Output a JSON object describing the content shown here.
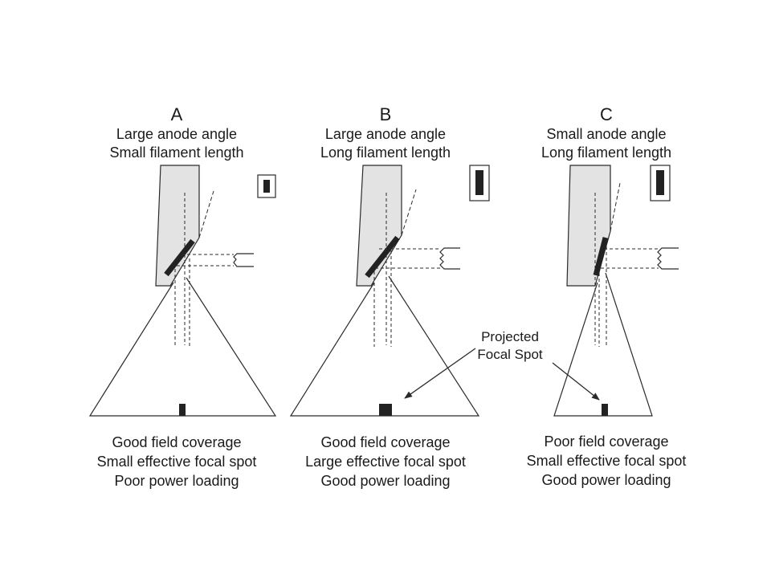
{
  "panels": [
    {
      "letter": "A",
      "subtitle_1": "Large anode angle",
      "subtitle_2": "Small filament length",
      "bottom_1": "Good field coverage",
      "bottom_2": "Small effective focal spot",
      "bottom_3": "Poor power loading"
    },
    {
      "letter": "B",
      "subtitle_1": "Large anode angle",
      "subtitle_2": "Long filament length",
      "bottom_1": "Good field coverage",
      "bottom_2": "Large effective focal spot",
      "bottom_3": "Good power loading"
    },
    {
      "letter": "C",
      "subtitle_1": "Small anode angle",
      "subtitle_2": "Long filament length",
      "bottom_1": "Poor field coverage",
      "bottom_2": "Small effective focal spot",
      "bottom_3": "Good power loading"
    }
  ],
  "callout": {
    "line_1": "Projected",
    "line_2": "Focal Spot"
  },
  "colors": {
    "line": "#2a2a2a",
    "anode_fill": "#e3e3e3",
    "target": "#222222"
  }
}
